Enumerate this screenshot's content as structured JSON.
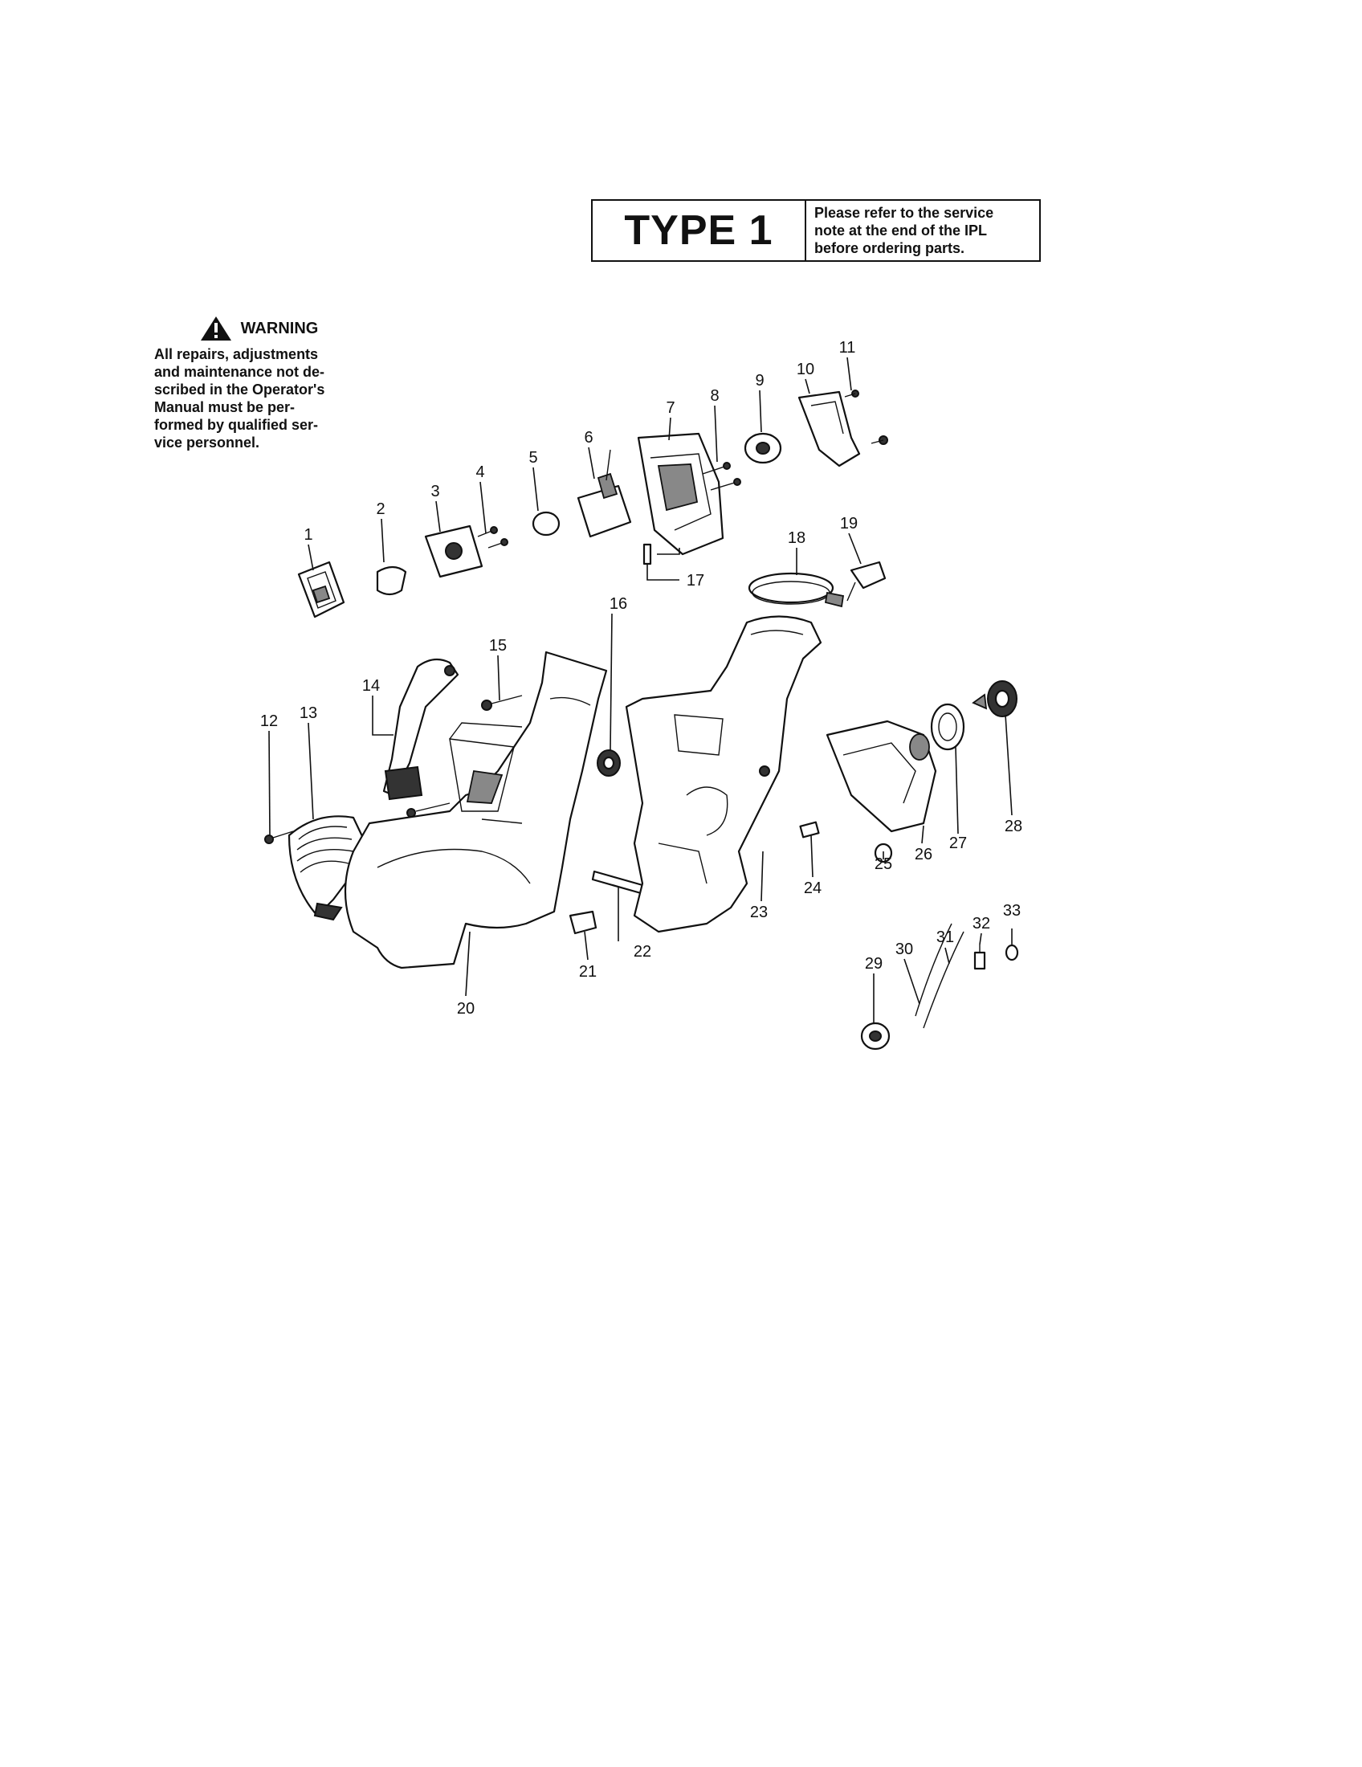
{
  "type_box": {
    "label": "TYPE 1",
    "note_lines": [
      "Please  refer  to the service",
      "note  at the end of the IPL",
      "before ordering  parts."
    ]
  },
  "warning": {
    "title": "WARNING",
    "icon": "warning-triangle-icon",
    "lines": [
      "All  repairs,  adjustments",
      "and maintenance not de-",
      "scribed in the Operator's",
      "Manual   must   be   per-",
      "formed by qualified  ser-",
      "vice personnel."
    ]
  },
  "callouts": [
    "1",
    "2",
    "3",
    "4",
    "5",
    "6",
    "7",
    "8",
    "9",
    "10",
    "11",
    "12",
    "13",
    "14",
    "15",
    "16",
    "17",
    "18",
    "19",
    "20",
    "21",
    "22",
    "23",
    "24",
    "25",
    "26",
    "27",
    "28",
    "29",
    "30",
    "31",
    "32",
    "33"
  ]
}
